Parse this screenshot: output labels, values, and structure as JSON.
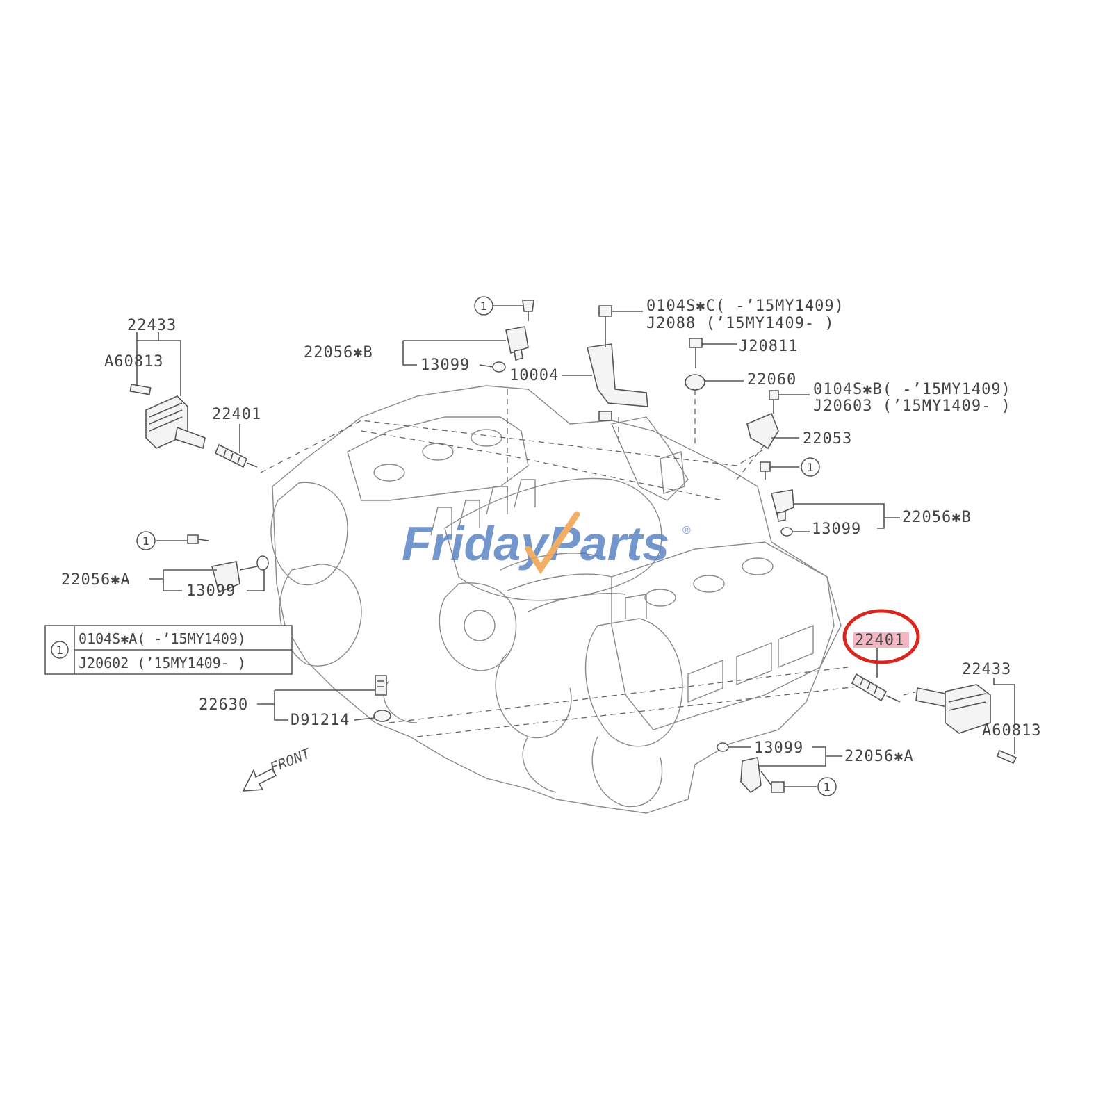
{
  "watermark": {
    "part1": "Friday",
    "part2": "Parts",
    "registered": "®",
    "colors": {
      "primary": "#5b86c4",
      "accent": "#f0a04b"
    }
  },
  "legend": {
    "symbol": "①",
    "row1": "0104S✱A( -’15MY1409)",
    "row2": "J20602 (’15MY1409- )"
  },
  "circle_symbol": "①",
  "front_label": "FRONT",
  "highlight": {
    "color": "#d9271f",
    "fill": "#f3b6c2"
  },
  "labels": {
    "l22433_left": "22433",
    "a60813_left": "A60813",
    "l22401_left": "22401",
    "l22056b_top": "22056✱B",
    "l13099_top": "13099",
    "l10004": "10004",
    "l0104sc": "0104S✱C( -’15MY1409)",
    "lj2088": "J2088  (’15MY1409- )",
    "lj20811": "J20811",
    "l22060": "22060",
    "l0104sb": "0104S✱B( -’15MY1409)",
    "lj20603": "J20603 (’15MY1409- )",
    "l22053": "22053",
    "l22056b_right": "22056✱B",
    "l13099_right": "13099",
    "l22056a_left": "22056✱A",
    "l13099_left": "13099",
    "l22630": "22630",
    "ld91214": "D91214",
    "l22401_right": "22401",
    "l22433_right": "22433",
    "a60813_right": "A60813",
    "l13099_bottom": "13099",
    "l22056a_bottom": "22056✱A"
  }
}
